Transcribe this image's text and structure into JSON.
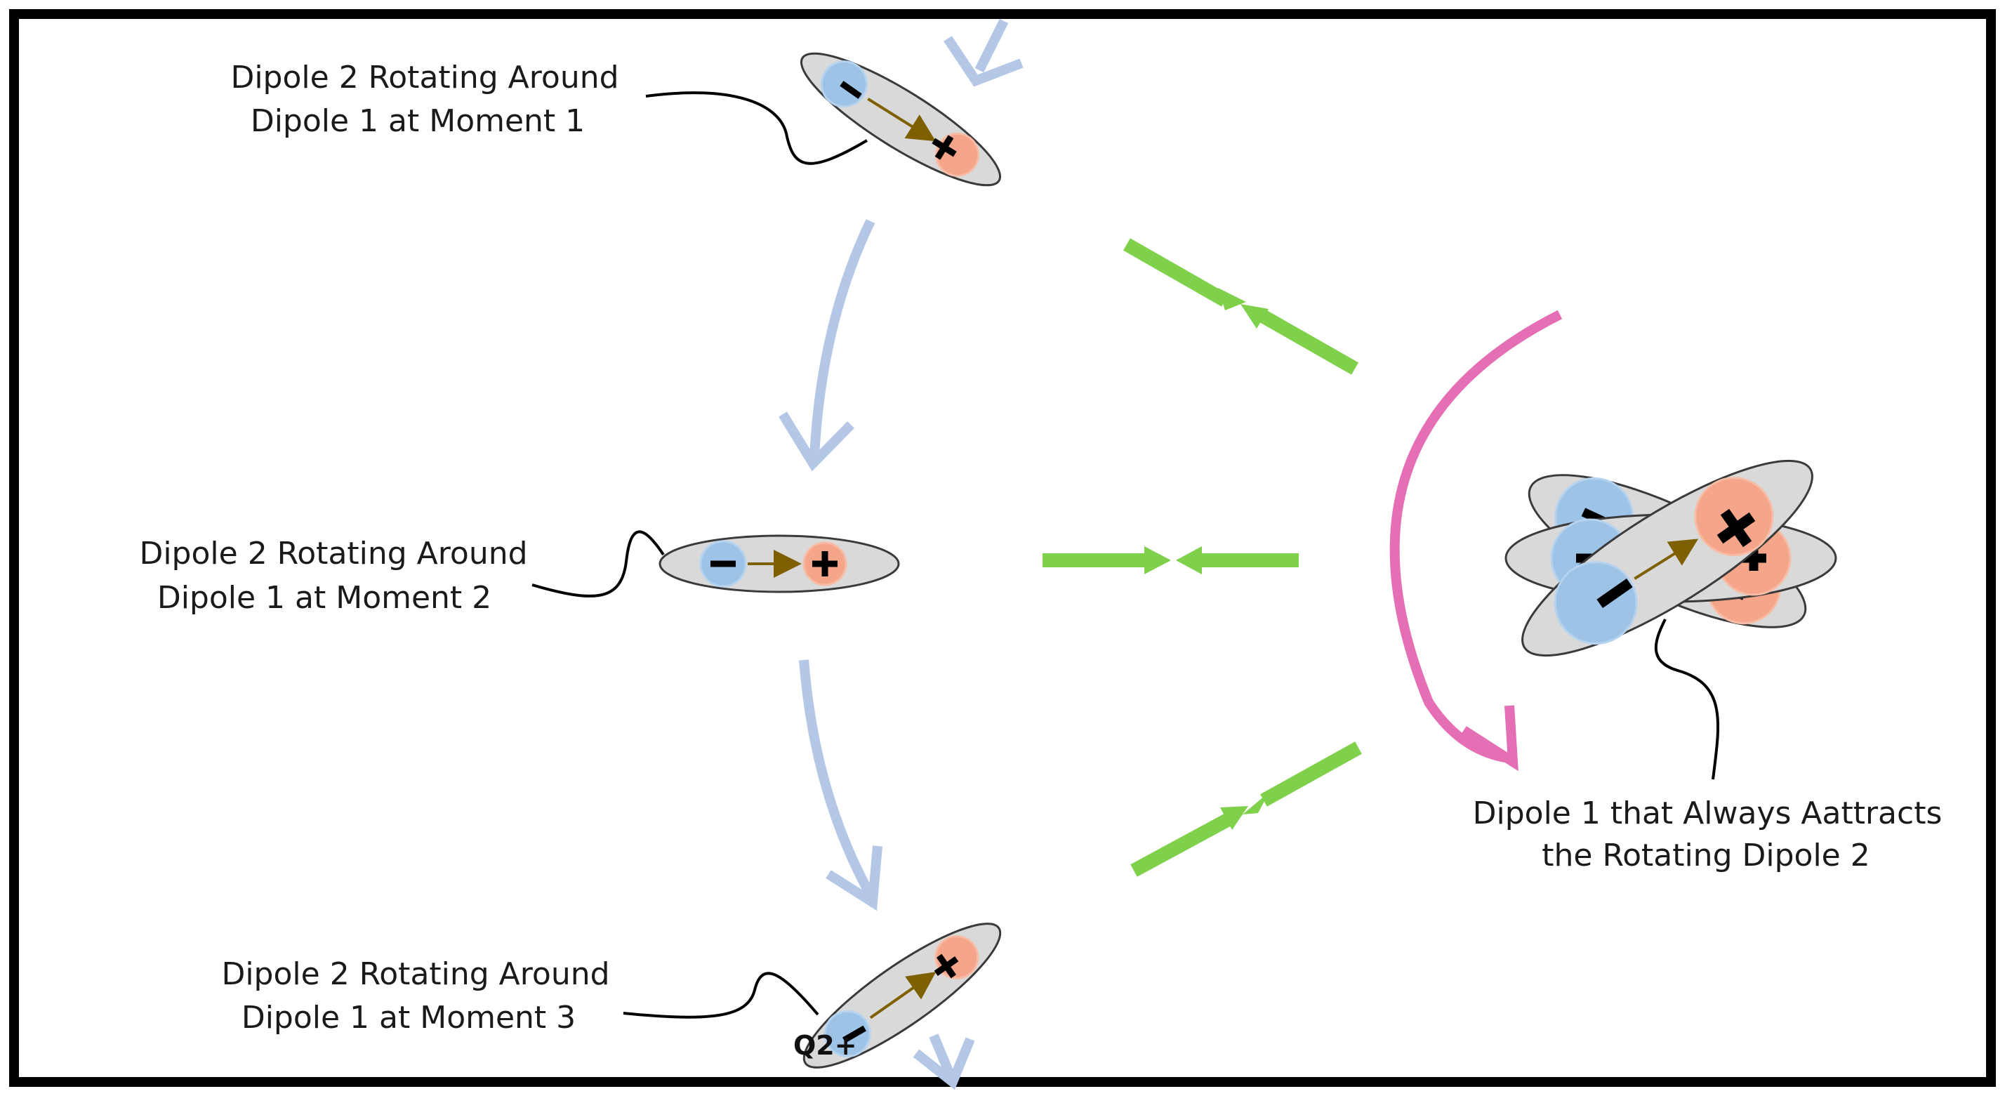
{
  "labels": {
    "moment1_line1": "Dipole 2 Rotating Around",
    "moment1_line2": "Dipole 1 at Moment 1",
    "moment2_line1": "Dipole 2 Rotating Around",
    "moment2_line2": "Dipole 1 at Moment 2",
    "moment3_line1": "Dipole 2 Rotating Around",
    "moment3_line2": "Dipole 1 at Moment 3",
    "dipole1_line1": "Dipole 1 that Always Aattracts",
    "dipole1_line2": "the Rotating Dipole 2",
    "charge_label": "Q2+"
  },
  "colors": {
    "frame": "#000000",
    "ellipse_fill": "#d9d9d9",
    "negative_charge": "#9dc3e6",
    "positive_charge": "#f4a58a",
    "moment_arrow": "#b4c7e7",
    "rotation_arrow": "#e46fb4",
    "attraction_arrow": "#7fd04a",
    "dipole_vector": "#7f6000"
  },
  "icons": {
    "negative_sign": "minus-icon",
    "positive_sign": "plus-icon"
  }
}
